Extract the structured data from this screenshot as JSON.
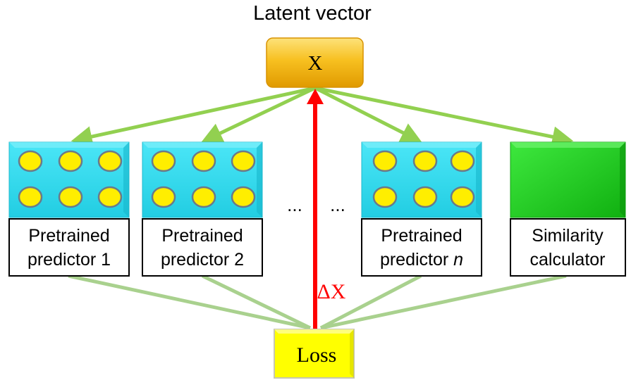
{
  "title": "Latent vector",
  "latent": {
    "label": "X"
  },
  "gradient_label": "ΔX",
  "loss": {
    "label": "Loss"
  },
  "ellipsis": [
    "...",
    "..."
  ],
  "predictors": [
    {
      "label_line1": "Pretrained",
      "label_line2": "predictor 1",
      "italic_suffix": ""
    },
    {
      "label_line1": "Pretrained",
      "label_line2": "predictor 2",
      "italic_suffix": ""
    },
    {
      "label_line1": "Pretrained",
      "label_line2": "predictor ",
      "italic_suffix": "n"
    }
  ],
  "similarity": {
    "label_line1": "Similarity",
    "label_line2": "calculator"
  },
  "colors": {
    "cyan_panel": "#33d8ec",
    "yellow_circle": "#ffee00",
    "circle_border": "#6a7a8a",
    "green_block": "#20cc20",
    "orange_box": "#f5b800",
    "loss_box": "#ffff00",
    "arrow_green": "#92d050",
    "line_green": "#a9d18e",
    "arrow_red": "#ff0000"
  }
}
